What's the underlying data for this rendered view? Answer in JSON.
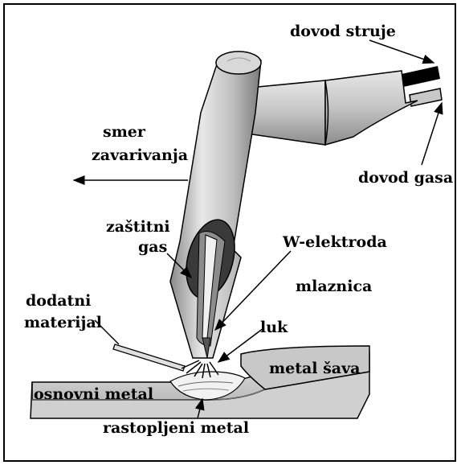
{
  "labels": {
    "power_supply": "dovod struje",
    "gas_supply": "dovod gasa",
    "welding_direction_1": "smer",
    "welding_direction_2": "zavarivanja",
    "shielding_gas_1": "zaštitni",
    "shielding_gas_2": "gas",
    "electrode": "W-elektroda",
    "nozzle": "mlaznica",
    "filler_1": "dodatni",
    "filler_2": "materijal",
    "arc": "luk",
    "weld_metal": "metal šava",
    "base_metal": "osnovni metal",
    "molten_metal": "rastopljeni metal"
  },
  "colors": {
    "torch_light": "#e6e6e6",
    "torch_mid": "#b4b4b4",
    "torch_dark": "#707070",
    "metal": "#d4d4d4",
    "outline": "#000000"
  }
}
